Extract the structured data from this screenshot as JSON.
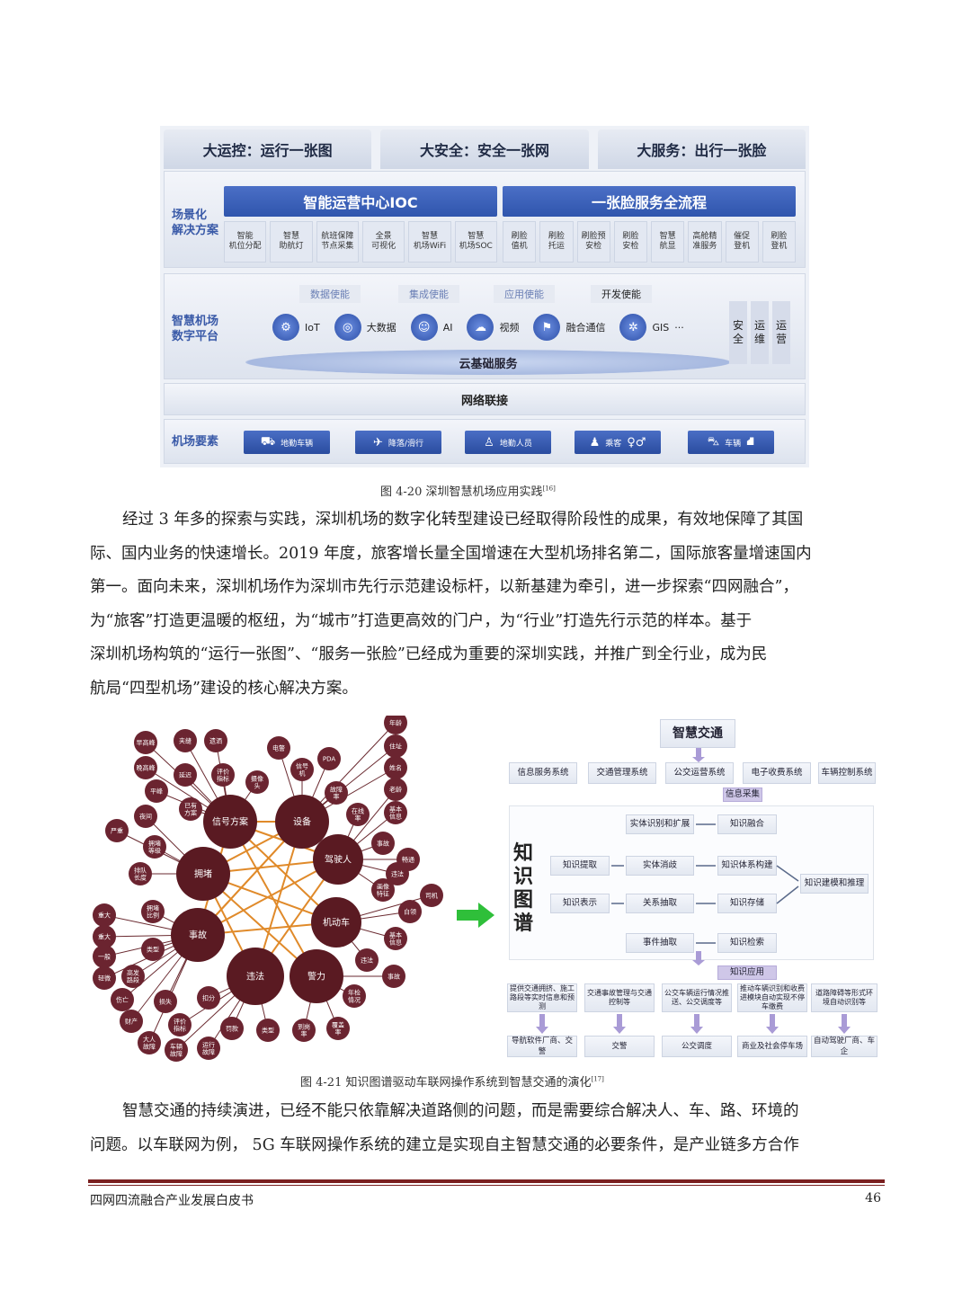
{
  "figure1": {
    "top_tabs": [
      "大运控：运行一张图",
      "大安全：安全一张网",
      "大服务：出行一张脸"
    ],
    "scene_label": "场景化\n解决方案",
    "ioc_header": "智能运营中心IOC",
    "face_header": "一张脸服务全流程",
    "ioc_cells": [
      "智能\n机位分配",
      "智慧\n助航灯",
      "航班保障\n节点采集",
      "全景\n可视化",
      "智慧\n机场WiFi",
      "智慧\n机场SOC"
    ],
    "face_cells": [
      "刷脸\n值机",
      "刷脸\n托运",
      "刷脸预\n安检",
      "刷脸\n安检",
      "智慧\n航显",
      "高舱精\n准服务",
      "催促\n登机",
      "刷脸\n登机"
    ],
    "platform_label": "智慧机场\n数字平台",
    "enablers": [
      "数据使能",
      "集成使能",
      "应用使能",
      "开发使能"
    ],
    "tech": [
      {
        "icon": "iot-icon",
        "label": "IoT"
      },
      {
        "icon": "bigdata-icon",
        "label": "大数据"
      },
      {
        "icon": "ai-icon",
        "label": "AI"
      },
      {
        "icon": "video-icon",
        "label": "视频"
      },
      {
        "icon": "comm-icon",
        "label": "融合通信"
      },
      {
        "icon": "gis-icon",
        "label": "GIS"
      }
    ],
    "tech_more": "···",
    "cloud": "云基础服务",
    "side_cols": [
      "安\n全",
      "运\n维",
      "运\n营"
    ],
    "network": "网络联接",
    "elements_label": "机场要素",
    "elements": [
      "地勤车辆",
      "降落/滑行",
      "地勤人员",
      "乘客",
      "车辆"
    ],
    "caption_prefix": "图 4-20 深圳智慧机场应用实践",
    "caption_ref": "[16]"
  },
  "paragraph1": [
    "经过 3 年多的探索与实践，深圳机场的数字化转型建设已经取得阶段性的成果，有效地保障了其国",
    "际、国内业务的快速增长。2019 年度，旅客增长量全国增速在大型机场排名第二，国际旅客量增速国内",
    "第一。面向未来，深圳机场作为深圳市先行示范建设标杆，以新基建为牵引，进一步探索“四网融合”，",
    "为“旅客”打造更温暖的枢纽，为“城市”打造更高效的门户，为“行业”打造先行示范的样本。基于",
    "深圳机场构筑的“运行一张图”、“服务一张脸”已经成为重要的深圳实践，并推广到全行业，成为民",
    "航局“四型机场”建设的核心解决方案。"
  ],
  "figure2": {
    "big_nodes": [
      "信号方案",
      "设备",
      "驾驶人",
      "机动车",
      "警力",
      "违法",
      "事故",
      "拥堵"
    ],
    "small_nodes": [
      "早高峰",
      "夹缝",
      "遗洒",
      "电警",
      "晚高峰",
      "延迟",
      "评价\n指标",
      "摄像\n头",
      "信号\n机",
      "PDA",
      "平峰",
      "已有\n方案",
      "故障\n率",
      "在线\n率",
      "夜间",
      "基本\n信息",
      "严重",
      "拥堵\n等级",
      "事故",
      "畅通",
      "违法",
      "排队\n长度",
      "画像\n特征",
      "拥堵\n比例",
      "白领",
      "类型",
      "基本\n信息",
      "高发\n路段",
      "违法",
      "事故",
      "损失",
      "扣分",
      "年检\n情况",
      "罚款",
      "类型",
      "到岗\n率",
      "覆盖\n率",
      "评价\n指标",
      "大人\n故障",
      "车辆\n故障",
      "运行\n故障",
      "重大",
      "重大",
      "一般",
      "轻微",
      "伤亡",
      "财产",
      "年龄",
      "住址",
      "姓名",
      "老龄",
      "司机"
    ],
    "flow_top": "智慧交通",
    "flow_systems": [
      "信息服务系统",
      "交通管理系统",
      "公交运营系统",
      "电子收费系统",
      "车辆控制系统"
    ],
    "info_collect": "信息采集",
    "kg_label": "知\n识\n图\n谱",
    "kg_boxes": [
      "实体识别和扩展",
      "知识融合",
      "知识提取",
      "实体消歧",
      "知识体系构建",
      "知识建模和推理",
      "知识表示",
      "关系抽取",
      "知识存储",
      "事件抽取",
      "知识检索"
    ],
    "app_label": "知识应用",
    "app_desc": [
      "提供交通拥挤、施工路段等实时信息和预测",
      "交通事故管理与交通控制等",
      "公交车辆运行情况推送、公交调度等",
      "推动车辆识别和收费进模块自动实现不停车缴费",
      "道路障碍等形式环境自动识别等"
    ],
    "app_users": [
      "导航软件厂商、交警",
      "交警",
      "公交调度",
      "商业及社会停车场",
      "自动驾驶厂商、车企"
    ],
    "caption_prefix": "图 4-21 知识图谱驱动车联网操作系统到智慧交通的演化",
    "caption_ref": "[17]"
  },
  "paragraph2": [
    "智慧交通的持续演进，已经不能只依靠解决道路侧的问题，而是需要综合解决人、车、路、环境的",
    "问题。以车联网为例， 5G 车联网操作系统的建立是实现自主智慧交通的必要条件，是产业链多方合作"
  ],
  "footer": {
    "title": "四网四流融合产业发展白皮书",
    "page": "46"
  },
  "colors": {
    "accent_blue": "#2f55ad",
    "node_dark": "#5a1a22",
    "edge_orange": "#e08a2a",
    "footer_rule": "#7a1f1f"
  }
}
